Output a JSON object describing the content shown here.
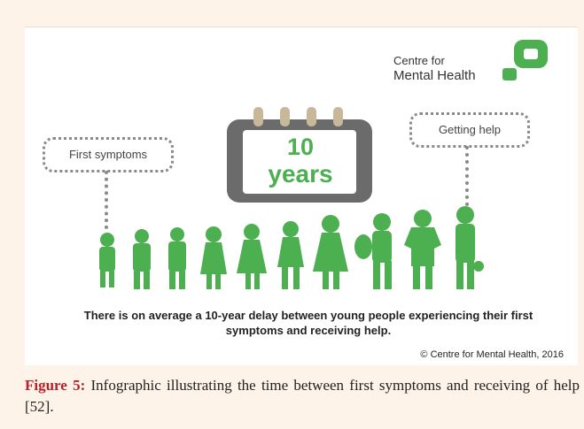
{
  "infographic": {
    "logo_line1": "Centre for",
    "logo_line2": "Mental Health",
    "calendar_number": "10",
    "calendar_word": "years",
    "label_first": "First symptoms",
    "label_help": "Getting help",
    "statement": "There is on average a 10-year delay between young people experiencing their first symptoms and receiving help.",
    "copyright": "© Centre for Mental Health, 2016",
    "colors": {
      "accent_green": "#4caf50",
      "calendar_gray": "#6b6b6b",
      "dot_gray": "#8a8a8a"
    }
  },
  "caption": {
    "label": "Figure 5:",
    "text": "Infographic illustrating the time between first symptoms and receiving of help [52]."
  }
}
